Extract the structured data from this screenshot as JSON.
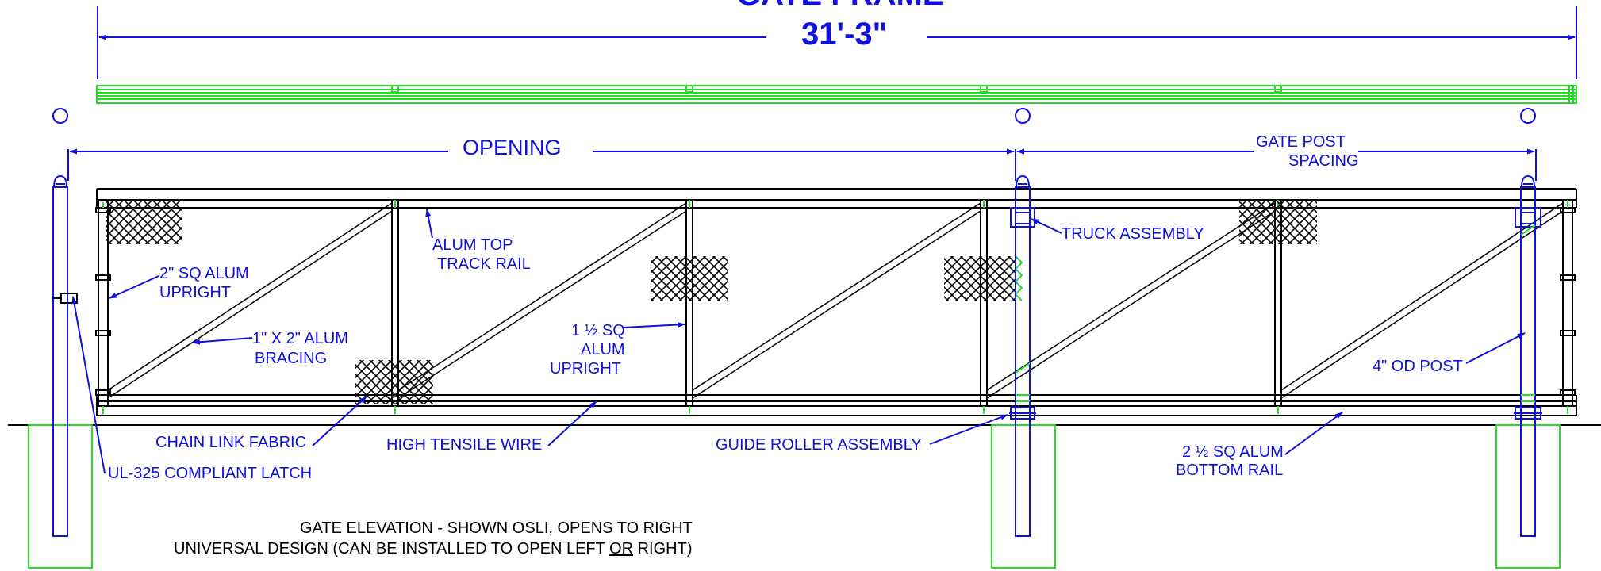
{
  "labels": {
    "title_partial": "GATE FRAME",
    "overall_dim": "31'-3\"",
    "opening": "OPENING",
    "gate_post_spacing_1": "GATE POST",
    "gate_post_spacing_2": "SPACING",
    "alum_top_1": "ALUM TOP",
    "alum_top_2": "TRACK RAIL",
    "truck_assembly": "TRUCK ASSEMBLY",
    "upright_1": "2\" SQ  ALUM",
    "upright_2": "UPRIGHT",
    "bracing_1": "1\" X 2\" ALUM",
    "bracing_2": "BRACING",
    "sq_upright_1": "1 ½ SQ",
    "sq_upright_2": "ALUM",
    "sq_upright_3": "UPRIGHT",
    "od_post": "4\" OD POST",
    "chain_link": "CHAIN LINK FABRIC",
    "high_tensile": "HIGH TENSILE WIRE",
    "guide_roller": "GUIDE ROLLER ASSEMBLY",
    "bottom_rail_1": "2 ½ SQ ALUM",
    "bottom_rail_2": "BOTTOM RAIL",
    "latch": "UL-325 COMPLIANT LATCH",
    "note_1": "GATE ELEVATION - SHOWN OSLI, OPENS TO RIGHT",
    "note_2_a": "UNIVERSAL DESIGN (CAN BE INSTALLED TO OPEN LEFT ",
    "note_2_or": "OR",
    "note_2_b": " RIGHT)"
  },
  "colors": {
    "dimension": "#1010e0",
    "structure": "#000000",
    "hidden": "#22dd22"
  }
}
